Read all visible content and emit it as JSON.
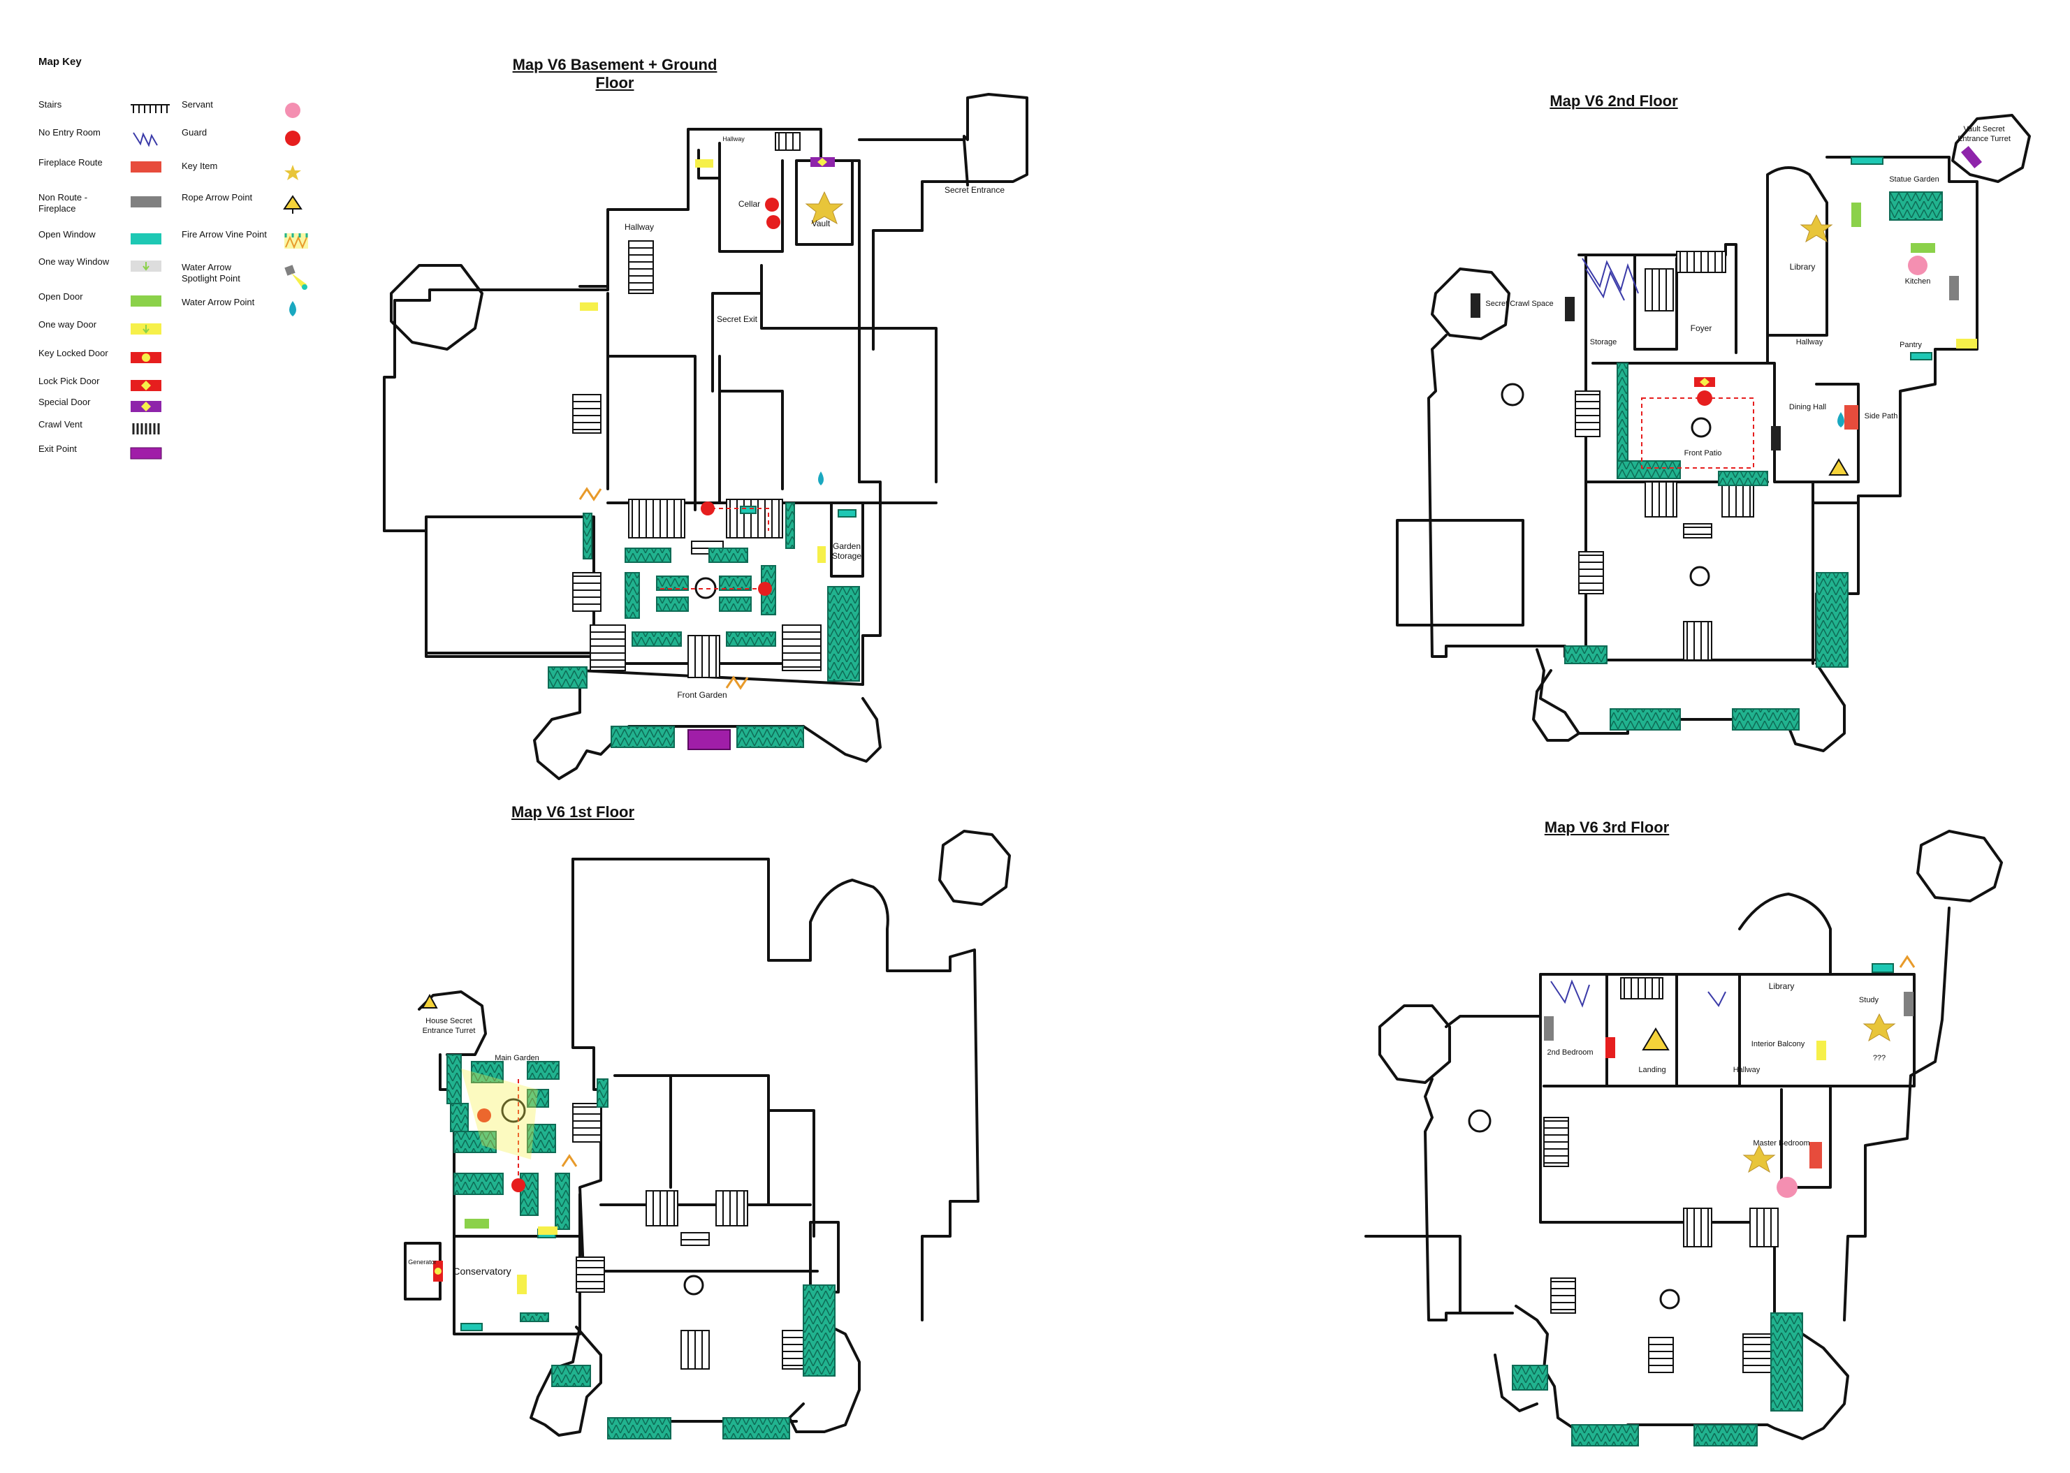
{
  "legend": {
    "title": "Map Key",
    "items": [
      {
        "label": "Stairs",
        "icon": "stairs-icon"
      },
      {
        "label": "No Entry Room",
        "icon": "scribble-icon",
        "color": "#3a3aa8"
      },
      {
        "label": "Fireplace Route",
        "icon": "rect-icon",
        "color": "#e74c3c"
      },
      {
        "label": "Non Route - Fireplace",
        "icon": "rect-icon",
        "color": "#808080"
      },
      {
        "label": "Open Window",
        "icon": "rect-icon",
        "color": "#1ec8b4"
      },
      {
        "label": "One way Window",
        "icon": "arrow-window-icon",
        "color": "#dddddd"
      },
      {
        "label": "Open Door",
        "icon": "rect-icon",
        "color": "#8bd14a"
      },
      {
        "label": "One way Door",
        "icon": "arrow-door-icon",
        "color": "#f6f04a"
      },
      {
        "label": "Key Locked Door",
        "icon": "key-door-icon",
        "color": "#e61e1e"
      },
      {
        "label": "Lock Pick Door",
        "icon": "lockpick-door-icon",
        "color": "#e61e1e"
      },
      {
        "label": "Special Door",
        "icon": "special-door-icon",
        "color": "#8e24aa"
      },
      {
        "label": "Crawl Vent",
        "icon": "vent-icon",
        "color": "#222222"
      },
      {
        "label": "Exit Point",
        "icon": "rect-icon",
        "color": "#a01ea8"
      },
      {
        "label": "Servant",
        "icon": "dot-icon",
        "color": "#f48fb1"
      },
      {
        "label": "Guard",
        "icon": "dot-icon",
        "color": "#e61e1e"
      },
      {
        "label": "Key Item",
        "icon": "star-icon",
        "color": "#e8c53a"
      },
      {
        "label": "Rope Arrow Point",
        "icon": "triangle-icon",
        "color": "#f5d33a"
      },
      {
        "label": "Fire Arrow Vine Point",
        "icon": "vine-icon",
        "color": "#e89a2a"
      },
      {
        "label": "Water Arrow Spotlight Point",
        "icon": "spotlight-icon",
        "color": "#f6f04a"
      },
      {
        "label": "Water Arrow Point",
        "icon": "drop-icon",
        "color": "#1aa8c0"
      }
    ]
  },
  "floors": [
    {
      "title": "Map V6 Basement + Ground Floor",
      "rooms": [
        "Hallway",
        "Hallway",
        "Cellar",
        "Vault",
        "Secret Entrance",
        "Secret Exit",
        "Garden Storage",
        "Front Garden"
      ]
    },
    {
      "title": "Map V6 2nd Floor",
      "rooms": [
        "Vault Secret Entrance Turret",
        "Statue Garden",
        "Library",
        "Kitchen",
        "Secret Crawl Space",
        "Foyer",
        "Storage",
        "Hallway",
        "Pantry",
        "Dining Hall",
        "Side Path",
        "Front Patio"
      ]
    },
    {
      "title": "Map V6 1st Floor",
      "rooms": [
        "House Secret Entrance Turret",
        "Main Garden",
        "Generator",
        "Conservatory"
      ]
    },
    {
      "title": "Map V6 3rd Floor",
      "rooms": [
        "Library",
        "Study",
        "2nd Bedroom",
        "Landing",
        "Interior Balcony",
        "Hallway",
        "???",
        "Master Bedroom"
      ]
    }
  ],
  "colors": {
    "wall": "#111111",
    "window": "#1ec8b4",
    "guard": "#e61e1e",
    "servant": "#f48fb1",
    "key_item": "#e8c53a",
    "exit": "#a01ea8",
    "special_door": "#8e24aa",
    "open_door": "#8bd14a",
    "no_entry": "#3a3aa8",
    "fireplace_route": "#e74c3c",
    "fireplace_other": "#808080"
  }
}
